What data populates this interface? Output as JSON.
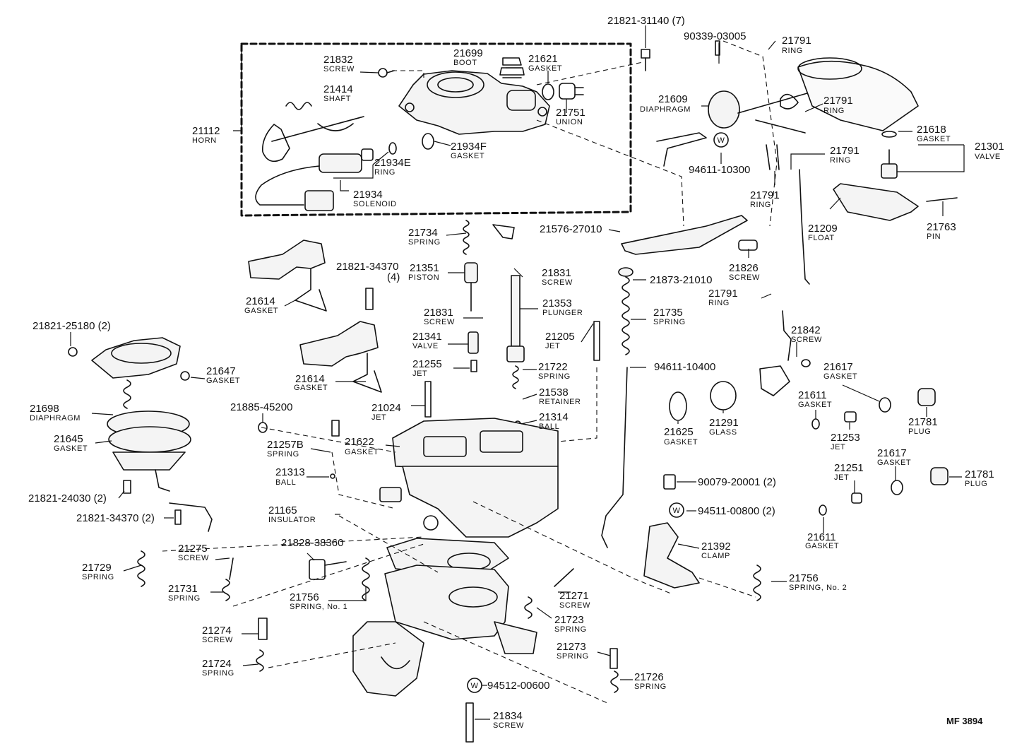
{
  "diagram_code": "MF 3894",
  "washer_symbol": "W",
  "callouts": [
    {
      "id": "c01",
      "number": "21821-31140 (7)",
      "name": ""
    },
    {
      "id": "c02",
      "number": "90339-03005",
      "name": ""
    },
    {
      "id": "c03",
      "number": "21791",
      "name": "RING"
    },
    {
      "id": "c04",
      "number": "21832",
      "name": "SCREW"
    },
    {
      "id": "c05",
      "number": "21699",
      "name": "BOOT"
    },
    {
      "id": "c06",
      "number": "21621",
      "name": "GASKET"
    },
    {
      "id": "c07",
      "number": "21414",
      "name": "SHAFT"
    },
    {
      "id": "c08",
      "number": "21609",
      "name": "DIAPHRAGM"
    },
    {
      "id": "c09",
      "number": "21791",
      "name": "RING"
    },
    {
      "id": "c10",
      "number": "21751",
      "name": "UNION"
    },
    {
      "id": "c11",
      "number": "21112",
      "name": "HORN"
    },
    {
      "id": "c12",
      "number": "21618",
      "name": "GASKET"
    },
    {
      "id": "c13",
      "number": "21301",
      "name": "VALVE"
    },
    {
      "id": "c14",
      "number": "21934F",
      "name": "GASKET"
    },
    {
      "id": "c15",
      "number": "94611-10300",
      "name": ""
    },
    {
      "id": "c16",
      "number": "21934E",
      "name": "RING"
    },
    {
      "id": "c17",
      "number": "21791",
      "name": "RING"
    },
    {
      "id": "c18",
      "number": "21934",
      "name": "SOLENOID"
    },
    {
      "id": "c19",
      "number": "21791",
      "name": "RING"
    },
    {
      "id": "c20",
      "number": "21209",
      "name": "FLOAT"
    },
    {
      "id": "c21",
      "number": "21763",
      "name": "PIN"
    },
    {
      "id": "c22",
      "number": "21734",
      "name": "SPRING"
    },
    {
      "id": "c23",
      "number": "21576-27010",
      "name": ""
    },
    {
      "id": "c24",
      "number": "21821-34370",
      "name": "(4)"
    },
    {
      "id": "c25",
      "number": "21351",
      "name": "PISTON"
    },
    {
      "id": "c26",
      "number": "21831",
      "name": "SCREW"
    },
    {
      "id": "c27",
      "number": "21826",
      "name": "SCREW"
    },
    {
      "id": "c28",
      "number": "21873-21010",
      "name": ""
    },
    {
      "id": "c29",
      "number": "21614",
      "name": "GASKET"
    },
    {
      "id": "c30",
      "number": "21831",
      "name": "SCREW"
    },
    {
      "id": "c31",
      "number": "21353",
      "name": "PLUNGER"
    },
    {
      "id": "c32",
      "number": "21791",
      "name": "RING"
    },
    {
      "id": "c33",
      "number": "21735",
      "name": "SPRING"
    },
    {
      "id": "c34",
      "number": "21341",
      "name": "VALVE"
    },
    {
      "id": "c35",
      "number": "21842",
      "name": "SCREW"
    },
    {
      "id": "c36",
      "number": "21821-25180 (2)",
      "name": ""
    },
    {
      "id": "c37",
      "number": "21205",
      "name": "JET"
    },
    {
      "id": "c38",
      "number": "21255",
      "name": "JET"
    },
    {
      "id": "c39",
      "number": "21722",
      "name": "SPRING"
    },
    {
      "id": "c40",
      "number": "94611-10400",
      "name": ""
    },
    {
      "id": "c41",
      "number": "21617",
      "name": "GASKET"
    },
    {
      "id": "c42",
      "number": "21647",
      "name": "GASKET"
    },
    {
      "id": "c43",
      "number": "21614",
      "name": "GASKET"
    },
    {
      "id": "c44",
      "number": "21538",
      "name": "RETAINER"
    },
    {
      "id": "c45",
      "number": "21611",
      "name": "GASKET"
    },
    {
      "id": "c46",
      "number": "21024",
      "name": "JET"
    },
    {
      "id": "c47",
      "number": "21314",
      "name": "BALL"
    },
    {
      "id": "c48",
      "number": "21698",
      "name": "DIAPHRAGM"
    },
    {
      "id": "c49",
      "number": "21885-45200",
      "name": ""
    },
    {
      "id": "c50",
      "number": "21781",
      "name": "PLUG"
    },
    {
      "id": "c51",
      "number": "21625",
      "name": "GASKET"
    },
    {
      "id": "c52",
      "number": "21291",
      "name": "GLASS"
    },
    {
      "id": "c53",
      "number": "21253",
      "name": "JET"
    },
    {
      "id": "c54",
      "number": "21645",
      "name": "GASKET"
    },
    {
      "id": "c55",
      "number": "21257B",
      "name": "SPRING"
    },
    {
      "id": "c56",
      "number": "21622",
      "name": "GASKET"
    },
    {
      "id": "c57",
      "number": "21617",
      "name": "GASKET"
    },
    {
      "id": "c58",
      "number": "21251",
      "name": "JET"
    },
    {
      "id": "c59",
      "number": "21313",
      "name": "BALL"
    },
    {
      "id": "c60",
      "number": "90079-20001 (2)",
      "name": ""
    },
    {
      "id": "c61",
      "number": "21781",
      "name": "PLUG"
    },
    {
      "id": "c62",
      "number": "21821-24030 (2)",
      "name": ""
    },
    {
      "id": "c63",
      "number": "21165",
      "name": "INSULATOR"
    },
    {
      "id": "c64",
      "number": "94511-00800 (2)",
      "name": ""
    },
    {
      "id": "c65",
      "number": "21821-34370 (2)",
      "name": ""
    },
    {
      "id": "c66",
      "number": "21611",
      "name": "GASKET"
    },
    {
      "id": "c67",
      "number": "21828-38360",
      "name": ""
    },
    {
      "id": "c68",
      "number": "21392",
      "name": "CLAMP"
    },
    {
      "id": "c69",
      "number": "21275",
      "name": "SCREW"
    },
    {
      "id": "c70",
      "number": "21729",
      "name": "SPRING"
    },
    {
      "id": "c71",
      "number": "21756",
      "name": "SPRING, No. 2"
    },
    {
      "id": "c72",
      "number": "21731",
      "name": "SPRING"
    },
    {
      "id": "c73",
      "number": "21271",
      "name": "SCREW"
    },
    {
      "id": "c74",
      "number": "21756",
      "name": "SPRING, No. 1"
    },
    {
      "id": "c75",
      "number": "21723",
      "name": "SPRING"
    },
    {
      "id": "c76",
      "number": "21274",
      "name": "SCREW"
    },
    {
      "id": "c77",
      "number": "21273",
      "name": "SPRING"
    },
    {
      "id": "c78",
      "number": "21724",
      "name": "SPRING"
    },
    {
      "id": "c79",
      "number": "21726",
      "name": "SPRING"
    },
    {
      "id": "c80",
      "number": "94512-00600",
      "name": ""
    },
    {
      "id": "c81",
      "number": "21834",
      "name": "SCREW"
    }
  ]
}
